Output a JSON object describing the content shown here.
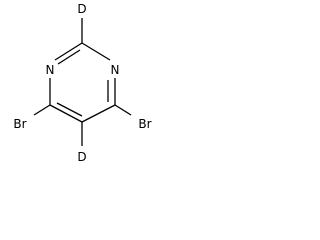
{
  "molecule": {
    "atoms": {
      "d_top": "D",
      "n_left": "N",
      "n_right": "N",
      "br_left": "Br",
      "br_right": "Br",
      "d_bottom": "D"
    },
    "colors": {
      "line": "#000000",
      "background": "#ffffff"
    }
  }
}
